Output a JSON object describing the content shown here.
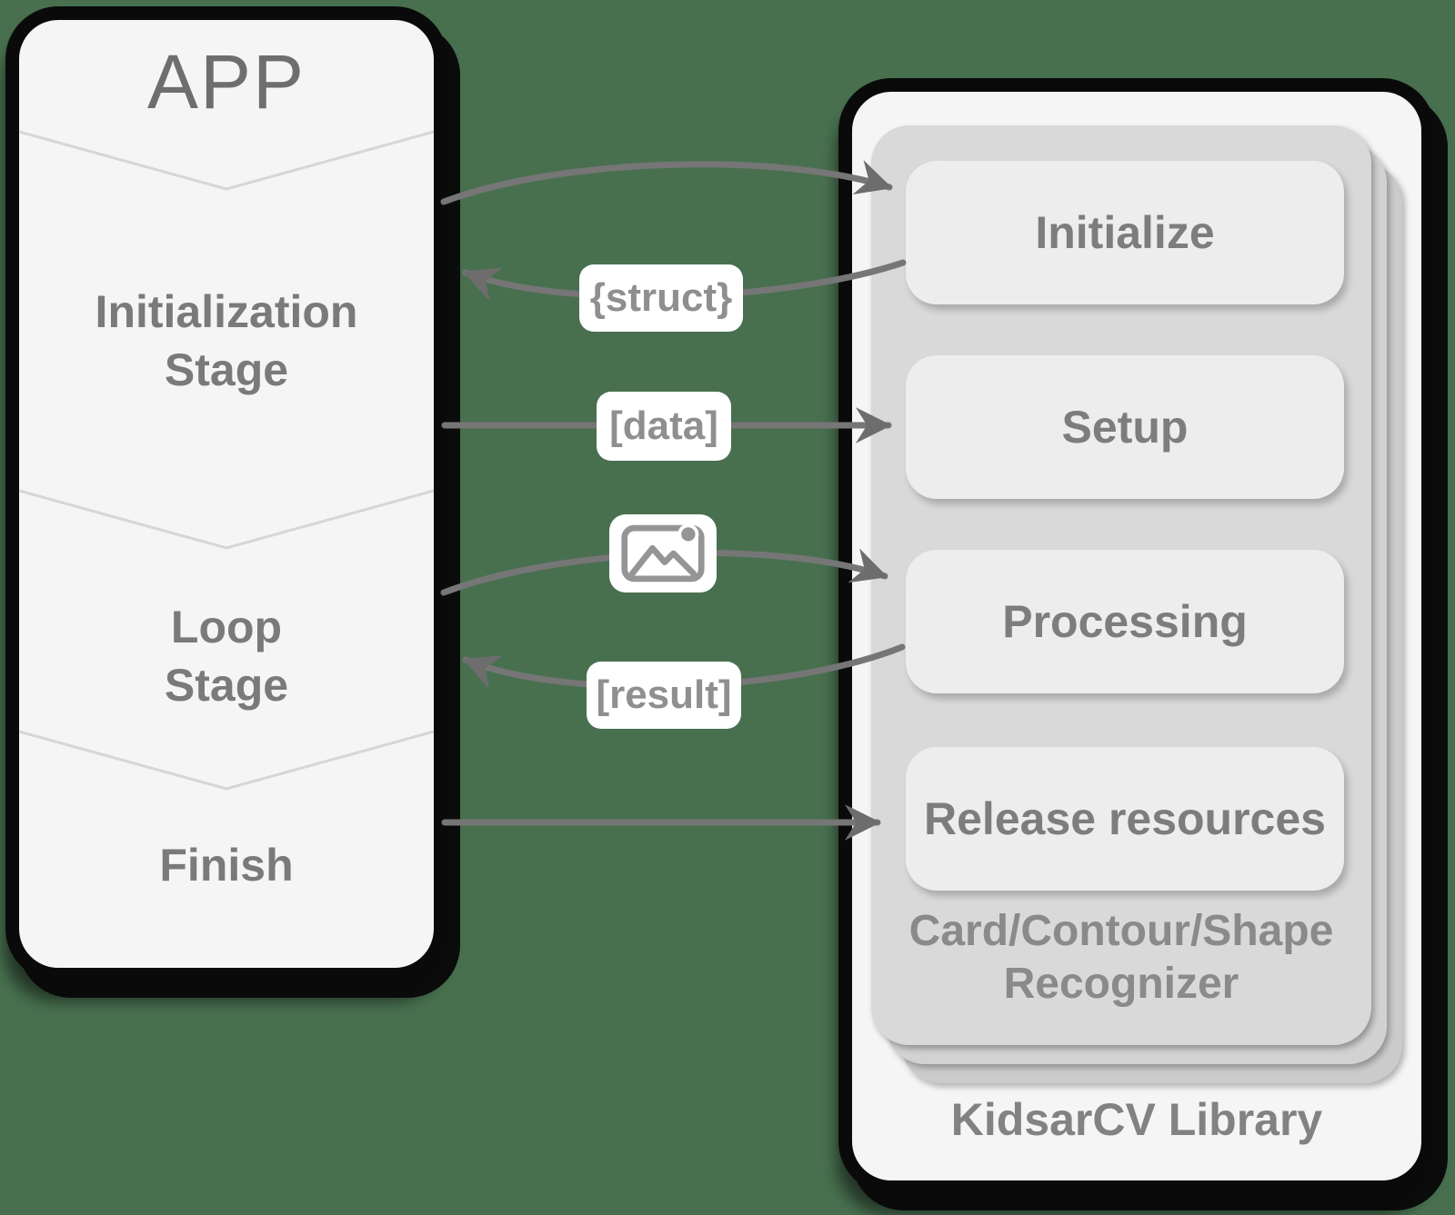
{
  "colors": {
    "background": "#48704F",
    "panel_fill": "#F5F5F5",
    "panel_border": "#0A0A0A",
    "card_fill": "#D9D9D9",
    "card_layer_fill": "#CFCFCF",
    "button_fill": "#EDEDED",
    "label_text": "#7A7A7A",
    "arrow": "#767676",
    "chip_background": "#FFFFFF",
    "chevron": "#D6D6D6"
  },
  "app_panel": {
    "title": "APP",
    "stages": [
      {
        "line1": "Initialization",
        "line2": "Stage"
      },
      {
        "line1": "Loop",
        "line2": "Stage"
      },
      {
        "line1": "Finish",
        "line2": ""
      }
    ]
  },
  "library_panel": {
    "title": "KidsarCV Library",
    "card": {
      "title_line1": "Card/Contour/Shape",
      "title_line2": "Recognizer",
      "buttons": [
        {
          "label": "Initialize"
        },
        {
          "label": "Setup"
        },
        {
          "label": "Processing"
        },
        {
          "label": "Release resources"
        }
      ]
    }
  },
  "arrows": {
    "struct_label": "{struct}",
    "data_label": "[data]",
    "result_label": "[result]",
    "image_icon": "picture-icon"
  }
}
